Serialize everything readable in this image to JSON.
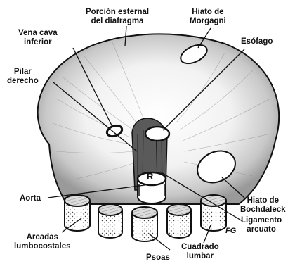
{
  "labels": {
    "porcion_esternal_line1": "Porción esternal",
    "porcion_esternal_line2": "del diafragma",
    "hiato_morgagni_line1": "Hiato de",
    "hiato_morgagni_line2": "Morgagni",
    "vena_cava_line1": "Vena cava",
    "vena_cava_line2": "inferior",
    "esofago": "Esófago",
    "pilar_line1": "Pilar",
    "pilar_line2": "derecho",
    "aorta": "Aorta",
    "aorta_marker": "R",
    "bochdalek_line1": "Hiato de",
    "bochdalek_line2": "Bochdaleck",
    "ligamento_line1": "Ligamento",
    "ligamento_line2": "arcuato",
    "arcadas_line1": "Arcadas",
    "arcadas_line2": "lumbocostales",
    "cuadrado_line1": "Cuadrado",
    "cuadrado_line2": "lumbar",
    "psoas": "Psoas",
    "signature": "FG"
  },
  "colors": {
    "ink": "#111111",
    "shading": "#d2d2d2",
    "background": "#ffffff"
  }
}
